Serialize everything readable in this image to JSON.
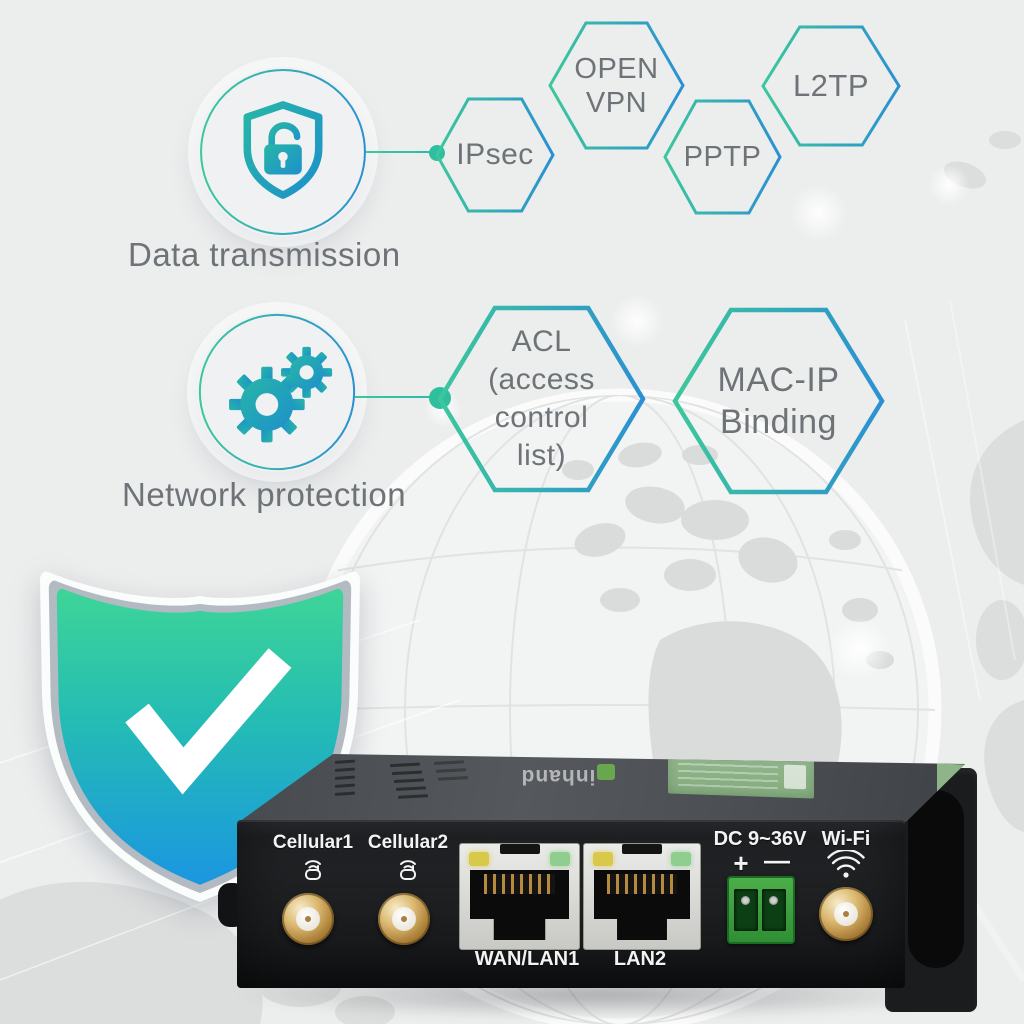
{
  "sections": {
    "data_transmission": {
      "label": "Data transmission",
      "hexagons": {
        "ipsec": {
          "lines": [
            "IPsec"
          ]
        },
        "openvpn": {
          "lines": [
            "OPEN",
            "VPN"
          ]
        },
        "pptp": {
          "lines": [
            "PPTP"
          ]
        },
        "l2tp": {
          "lines": [
            "L2TP"
          ]
        }
      }
    },
    "network_protection": {
      "label": "Network protection",
      "hexagons": {
        "acl": {
          "lines": [
            "ACL",
            "(access",
            "control",
            "list)"
          ]
        },
        "mac_ip": {
          "lines": [
            "MAC-IP",
            "Binding"
          ]
        }
      }
    }
  },
  "router": {
    "cellular1_label": "Cellular1",
    "cellular2_label": "Cellular2",
    "wan_lan1_label": "WAN/LAN1",
    "lan2_label": "LAN2",
    "dc_label": "DC 9~36V",
    "dc_plus": "+",
    "dc_minus": "—",
    "wifi_label": "Wi-Fi",
    "top_brand": "inhand"
  },
  "colors": {
    "accent_teal": "#2fbf9f",
    "accent_blue": "#2b90d2",
    "text_gray": "#6d7377",
    "shield_green": "#3ed598",
    "shield_blue": "#1b96e1",
    "led_yellow": "#d8c94a",
    "led_green": "#8fce8f",
    "connector_gold": "#c9a35a",
    "terminal_green": "#3fa23d"
  }
}
